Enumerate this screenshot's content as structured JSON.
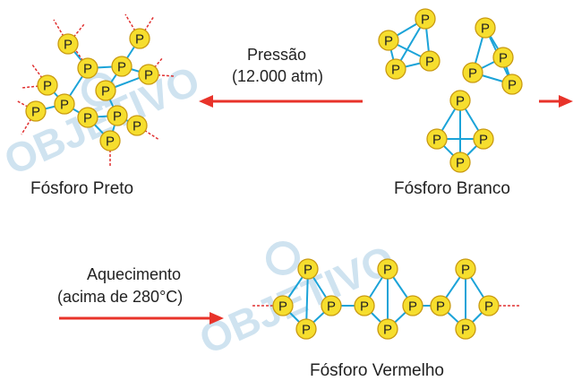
{
  "atom_symbol": "P",
  "white_phosphorus": {
    "label": "Fósforo Branco"
  },
  "black_phosphorus": {
    "label": "Fósforo Preto"
  },
  "red_phosphorus": {
    "label": "Fósforo Vermelho"
  },
  "arrow_pressure": {
    "line1": "Pressão",
    "line2": "(12.000 atm)"
  },
  "arrow_heating": {
    "line1": "Aquecimento",
    "line2": "(acima de 280°C)"
  },
  "watermark": {
    "text": "OBJETIVO"
  },
  "colors": {
    "atom_fill": "#f6de2e",
    "atom_stroke": "#c99a10",
    "bond": "#1ba3d8",
    "arrow": "#e8332a",
    "dangling_bond": "#e03030",
    "watermark": "#cfe3f0"
  }
}
